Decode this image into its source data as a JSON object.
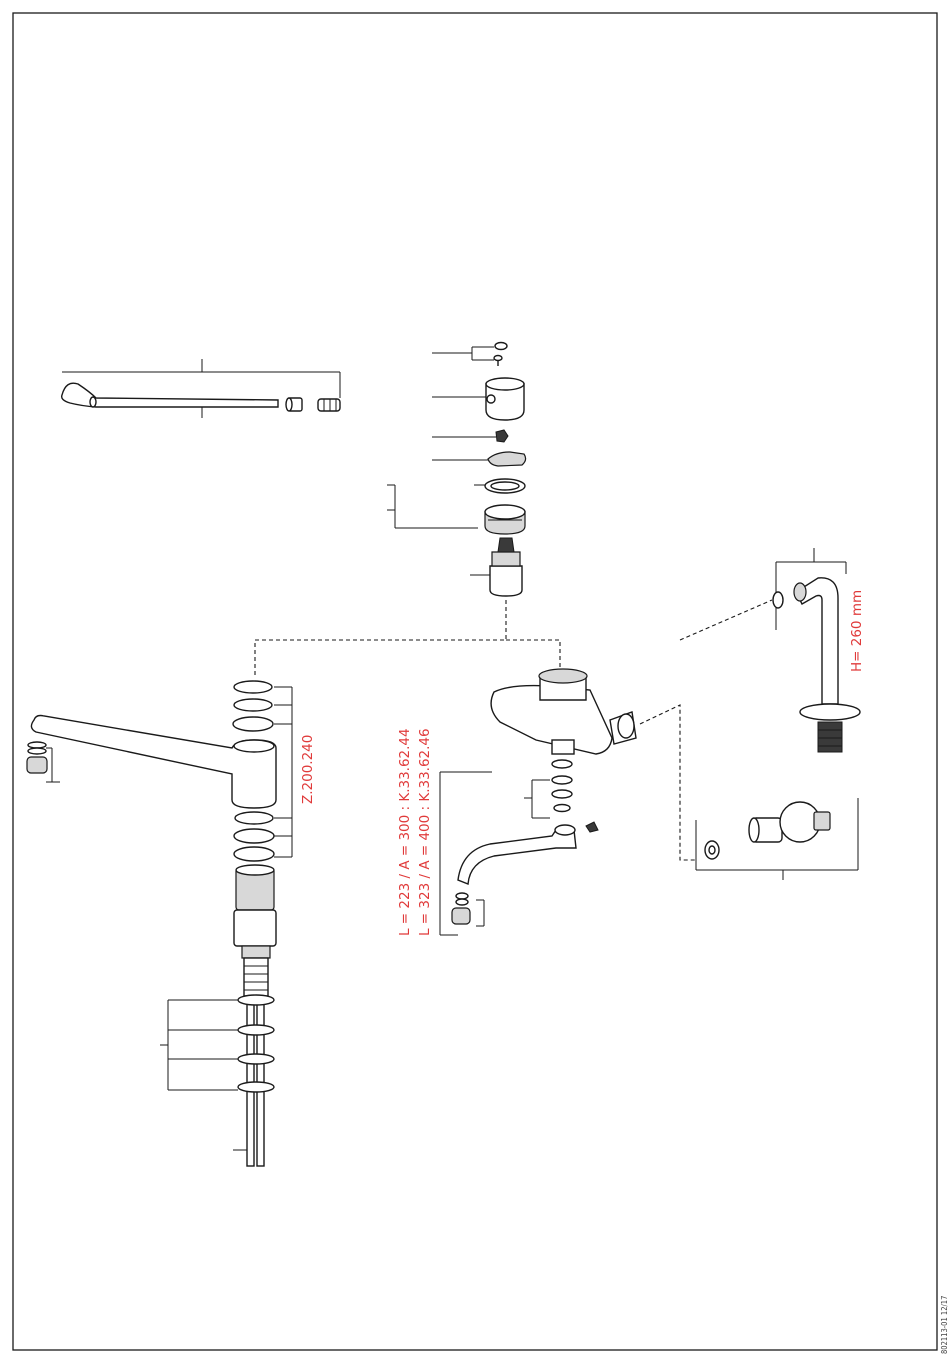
{
  "labels": {
    "part_ref_rings": "Z.200.240",
    "spout_option_1": "L = 223 / A = 300 : K.33.62.44",
    "spout_option_2": "L = 323 / A = 400 : K.33.62.46",
    "riser_height": "H= 260 mm"
  },
  "document_code": "802113-01 12/17",
  "colors": {
    "annotation": "#e03a3a",
    "line": "#1a1a1a"
  }
}
